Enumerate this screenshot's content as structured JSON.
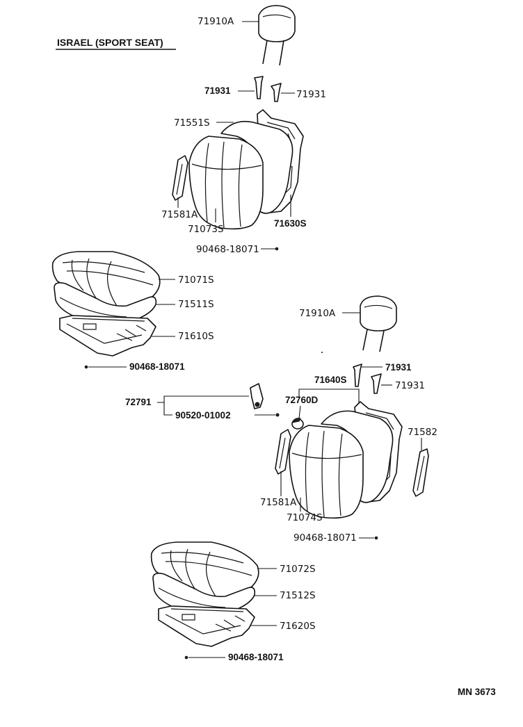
{
  "title": "ISRAEL (SPORT  SEAT)",
  "catalog_ref": "MN  3673",
  "labels": {
    "headrest_upper": "71910A",
    "guide_upper_left": "71931",
    "guide_upper_right": "71931",
    "back_pad_upper": "71551S",
    "back_cover_upper": "71073S",
    "back_frame_upper": "71630S",
    "back_trim_upper": "71581A",
    "clip_upper": "90468-18071",
    "cushion_cover_upper": "71071S",
    "cushion_pad_upper": "71511S",
    "cushion_frame_upper": "71610S",
    "clip_cushion_upper": "90468-18071",
    "headrest_lower": "71910A",
    "guide_lower_right_a": "71931",
    "guide_lower_right_b": "71931",
    "back_assy_lower": "71640S",
    "knob": "72760D",
    "lever_set": "72791",
    "screw": "90520-01002",
    "back_trim_lower_left": "71581A",
    "back_trim_lower_right": "71582",
    "back_cover_lower": "71074S",
    "clip_lower": "90468-18071",
    "cushion_cover_lower": "71072S",
    "cushion_pad_lower": "71512S",
    "cushion_frame_lower": "71620S",
    "clip_cushion_lower": "90468-18071"
  }
}
